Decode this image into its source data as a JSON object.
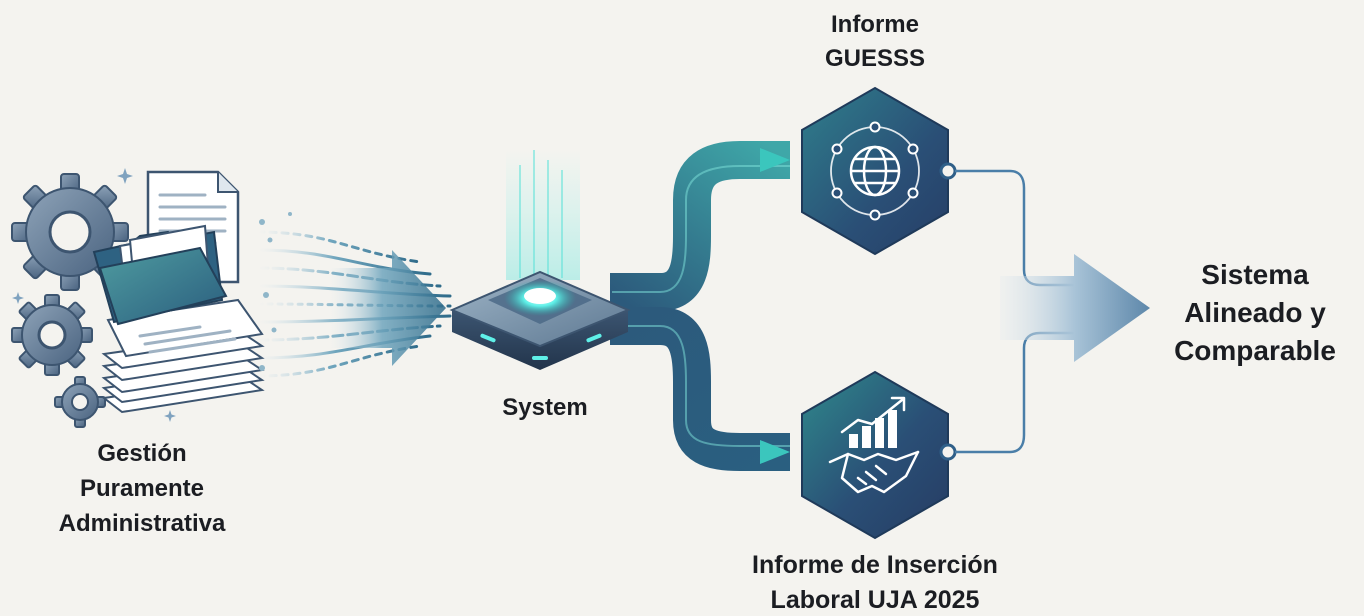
{
  "nodes": {
    "source": {
      "lines": [
        "Gestión",
        "Puramente",
        "Administrativa"
      ]
    },
    "system": {
      "label": "System"
    },
    "report_guesss": {
      "lines": [
        "Informe",
        "GUESSS"
      ]
    },
    "report_insercion": {
      "lines": [
        "Informe de Inserción",
        "Laboral UJA 2025"
      ]
    },
    "result": {
      "lines": [
        "Sistema",
        "Alineado y",
        "Comparable"
      ]
    }
  },
  "icons": {
    "source": [
      "gear-icon",
      "document-icon",
      "folder-icon",
      "paper-stack-icon"
    ],
    "system": "server-device-icon",
    "report_guesss": "globe-network-icon",
    "report_insercion": "handshake-chart-icon",
    "result": "arrow-right-icon"
  },
  "colors": {
    "background": "#f4f3ef",
    "navy": "#2b4a6e",
    "teal": "#3fb9b0",
    "cyan_glow": "#5ff0e8",
    "line_blue": "#4a7ea8",
    "arrow_blue": "#7fa7c6",
    "text": "#1b1d22"
  }
}
